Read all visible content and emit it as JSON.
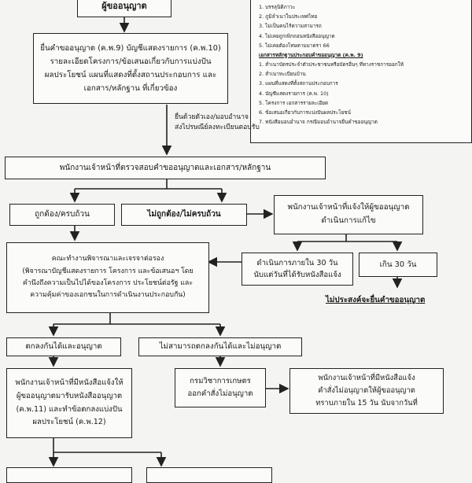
{
  "header_box": "ผู้ขออนุญาต",
  "requirements": {
    "items_top": [
      "1. บรรลุนิติภาวะ",
      "2. ภูมิลำเนาในประเทศไทย",
      "3. ไม่เป็นคนไร้ความสามารถ",
      "4. ไม่เคยถูกเพิกถอนหนังสืออนุญาต",
      "5. ไม่เคยต้องโทษตามมาตรา 66"
    ],
    "docs_heading": "เอกสารหลักฐานประกอบคำขออนุญาต (ค.พ. 9)",
    "items_docs": [
      "1. สำเนาบัตรประจำตัวประชาชนหรือบัตรอื่นๆ ที่ทางราชการออกให้",
      "2. สำเนาทะเบียนบ้าน",
      "3. แผนที่แสดงที่ตั้งสถานประกอบการ",
      "4. บัญชีแสดงรายการ (ค.พ. 10)",
      "5. โครงการ เอกสารรายละเอียด",
      "6. ข้อเสนอเกี่ยวกับการแบ่งปันผลประโยชน์",
      "7. หนังสือมอบอำนาจ กรณีมอบอำนาจยื่นคำขออนุญาต"
    ]
  },
  "submit_box": {
    "lines": [
      "ยื่นคำขออนุญาต (ค.พ.9) บัญชีแสดงรายการ (ค.พ.10)",
      "รายละเอียดโครงการ/ข้อเสนอเกี่ยวกับการแบ่งปัน",
      "ผลประโยชน์ แผนที่แสดงที่ตั้งสถานประกอบการ และ",
      "เอกสาร/หลักฐาน ที่เกี่ยวข้อง"
    ]
  },
  "submit_note": {
    "lines": [
      "ยื่นด้วยตัวเอง/มอบอำนาจ",
      "ส่งไปรษณีย์ลงทะเบียนตอบรับ"
    ]
  },
  "check_box": "พนักงานเจ้าหน้าที่ตรวจสอบคำขออนุญาตและเอกสาร/หลักฐาน",
  "correct_box": "ถูกต้อง/ครบถ้วน",
  "incorrect_box": "ไม่ถูกต้อง/ไม่ครบถ้วน",
  "notify_fix_box": {
    "lines": [
      "พนักงานเจ้าหน้าที่แจ้งให้ผู้ขออนุญาต",
      "ดำเนินการแก้ไข"
    ]
  },
  "within30_box": {
    "lines": [
      "ดำเนินการภายใน 30 วัน",
      "นับแต่วันที่ได้รับหนังสือแจ้ง"
    ]
  },
  "over30_box": "เกิน 30 วัน",
  "no_intent_box": "ไม่ประสงค์จะยื่นคำขออนุญาต",
  "committee_box": {
    "title": "คณะทำงานพิจารณาและเจรจาต่อรอง",
    "lines": [
      "(พิจารณาบัญชีแสดงรายการ โครงการ และข้อเสนอฯ โดย",
      "คำนึงถึงความเป็นไปได้ของโครงการ ประโยชน์ต่อรัฐ และ",
      "ความคุ้มค่าของเอกชนในการดำเนินงานประกอบกัน)"
    ]
  },
  "agree_box": "ตกลงกันได้และอนุญาต",
  "disagree_box": "ไม่สามารถตกลงกันได้และไม่อนุญาต",
  "issue_box": {
    "lines": [
      "พนักงานเจ้าหน้าที่มีหนังสือแจ้งให้",
      "ผู้ขออนุญาตมารับหนังสืออนุญาต",
      "(ค.พ.11) และทำข้อตกลงแบ่งปัน",
      "ผลประโยชน์ (ค.พ.12)"
    ]
  },
  "dept_box": {
    "lines": [
      "กรมวิชาการเกษตร",
      "ออกคำสั่งไม่อนุญาต"
    ]
  },
  "notify_deny_box": {
    "lines": [
      "พนักงานเจ้าหน้าที่มีหนังสือแจ้ง",
      "คำสั่งไม่อนุญาตให้ผู้ขออนุญาต",
      "ทราบภายใน 15 วัน นับจากวันที่"
    ]
  }
}
